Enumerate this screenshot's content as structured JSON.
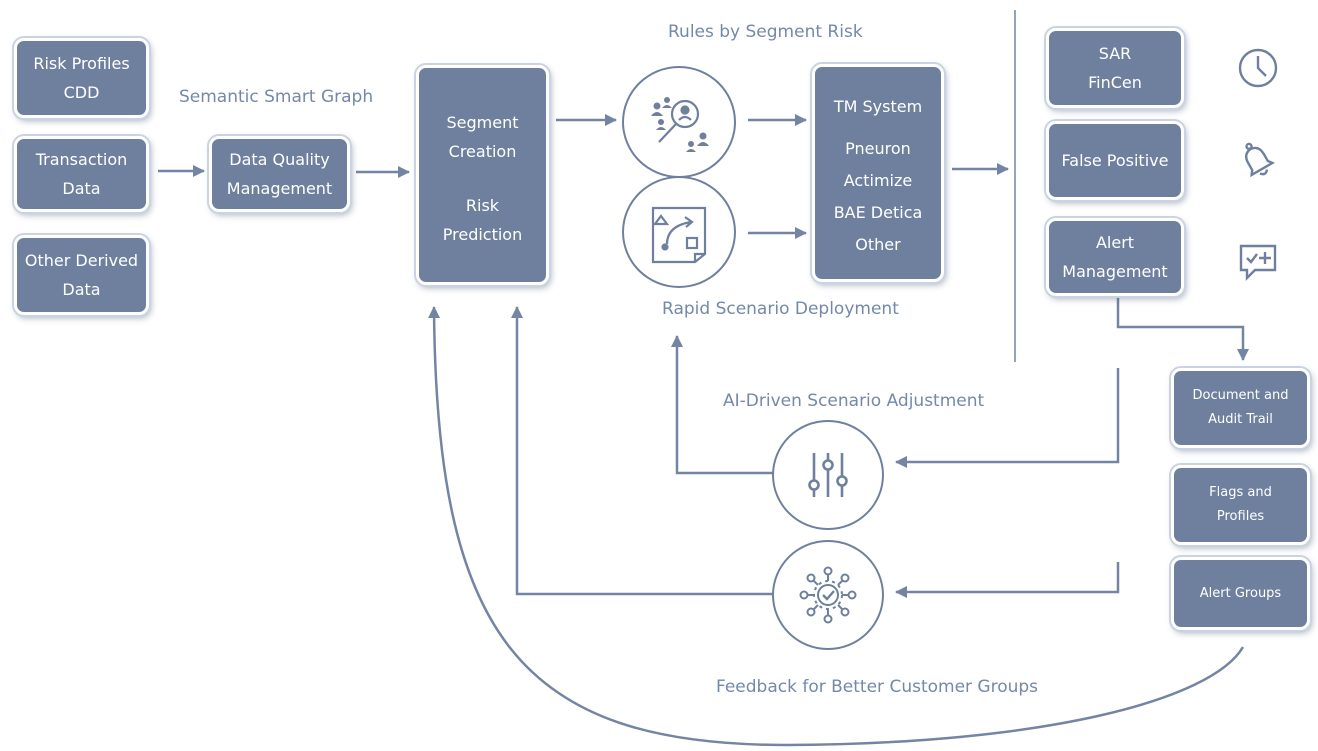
{
  "inputs": [
    {
      "lines": [
        "Risk Profiles",
        "CDD"
      ]
    },
    {
      "lines": [
        "Transaction",
        "Data"
      ]
    },
    {
      "lines": [
        "Other Derived",
        "Data"
      ]
    }
  ],
  "semantic_graph_label": "Semantic Smart Graph",
  "dqm": {
    "lines": [
      "Data Quality",
      "Management"
    ]
  },
  "segment": {
    "lines": [
      "Segment",
      "Creation",
      "",
      "Risk",
      "Prediction"
    ]
  },
  "rules_label": "Rules by Segment Risk",
  "rapid_label": "Rapid Scenario Deployment",
  "tm": {
    "lines": [
      "TM System",
      "",
      "Pneuron",
      "Actimize",
      "BAE Detica",
      "Other"
    ]
  },
  "outputs": [
    {
      "lines": [
        "SAR",
        "FinCen"
      ],
      "icon": "clock-icon"
    },
    {
      "lines": [
        "False Positive"
      ],
      "icon": "bell-icon"
    },
    {
      "lines": [
        "Alert",
        "Management"
      ],
      "icon": "chat-plus-icon"
    }
  ],
  "subitems": [
    {
      "lines": [
        "Document and",
        "Audit Trail"
      ]
    },
    {
      "lines": [
        "Flags and",
        "Profiles"
      ]
    },
    {
      "lines": [
        "Alert Groups"
      ]
    }
  ],
  "ai_label": "AI-Driven Scenario Adjustment",
  "feedback_label": "Feedback for Better Customer Groups",
  "colors": {
    "box": "#6f809e",
    "line": "#7385a3",
    "text": "#7389aa"
  }
}
